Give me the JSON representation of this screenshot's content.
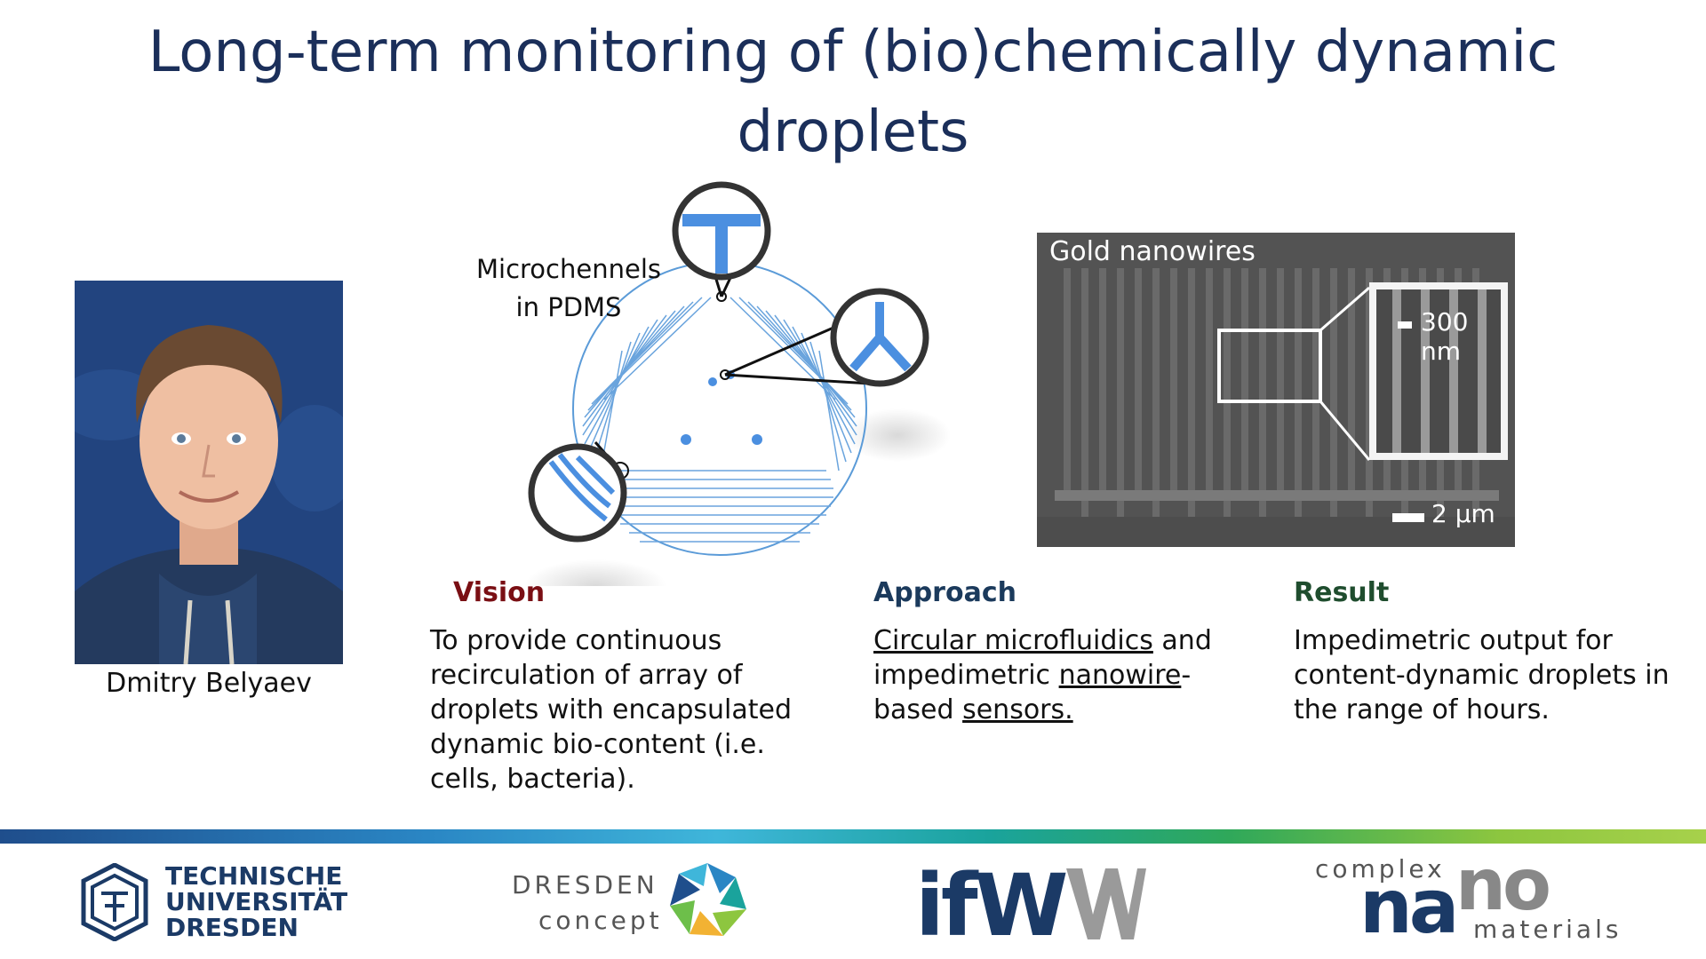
{
  "title": "Long-term monitoring of (bio)chemically dynamic droplets",
  "person": {
    "name": "Dmitry Belyaev"
  },
  "figure_left": {
    "label_line1": "Microchennels",
    "label_line2": "in PDMS"
  },
  "figure_right": {
    "label": "Gold nanowires",
    "scale_large": "2 µm",
    "scale_small": "300 nm"
  },
  "vision": {
    "heading": "Vision",
    "lines": [
      "To provide continuous",
      "recirculation of array of",
      "droplets with encapsulated",
      "dynamic bio-content (i.e.",
      "cells, bacteria)."
    ],
    "color": "#7a0f14"
  },
  "approach": {
    "heading": "Approach",
    "line1_a": "Circular microfluidics",
    "line1_b": " and",
    "line2_a": "impedimetric ",
    "line2_b": "nanowire",
    "line2_c": "-",
    "line3_a": "based ",
    "line3_b": "sensors.",
    "color": "#1b3a5c"
  },
  "result": {
    "heading": "Result",
    "lines": [
      "Impedimetric output for",
      "content-dynamic droplets in",
      "the range of hours."
    ],
    "color": "#1f4d2e"
  },
  "logos": {
    "tud": {
      "line1": "TECHNISCHE",
      "line2": "UNIVERSITÄT",
      "line3": "DRESDEN"
    },
    "dresden_concept": {
      "line1": "DRESDEN",
      "line2": "concept"
    },
    "ifw": {
      "text": "ifW"
    },
    "complexnano": {
      "top": "complex",
      "big_a": "na",
      "big_b": "no",
      "bottom": "materials"
    }
  },
  "colors": {
    "title": "#1b2f5a",
    "channel_blue": "#5b9bd8",
    "channel_fill": "#4b8fe0"
  }
}
